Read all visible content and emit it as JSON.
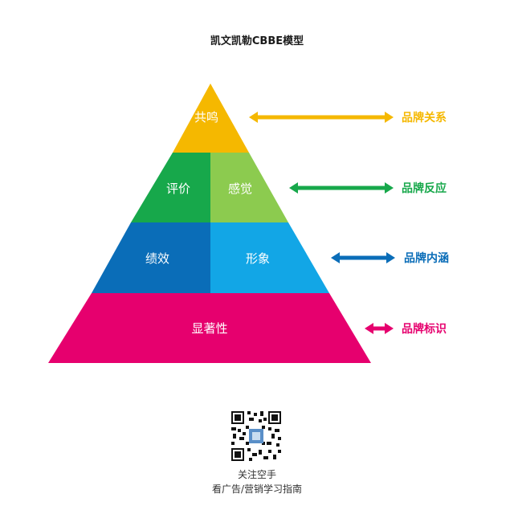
{
  "title": "凯文凯勒CBBE模型",
  "pyramid": {
    "top": "共鸣",
    "level2_left": "评价",
    "level2_right": "感觉",
    "level3_left": "绩效",
    "level3_right": "形象",
    "base": "显著性"
  },
  "arrows": [
    {
      "label": "品牌关系",
      "color": "#F5B800"
    },
    {
      "label": "品牌反应",
      "color": "#17A84B"
    },
    {
      "label": "品牌内涵",
      "color": "#0A6DB8"
    },
    {
      "label": "品牌标识",
      "color": "#E6006E"
    }
  ],
  "colors": {
    "top": "#F5B800",
    "level2_left": "#17A84B",
    "level2_right": "#8CCB4F",
    "level3_left": "#0A6DB8",
    "level3_right": "#12A6E6",
    "base": "#E6006E"
  },
  "footer": {
    "line1": "关注空手",
    "line2": "看广告/营销学习指南"
  }
}
